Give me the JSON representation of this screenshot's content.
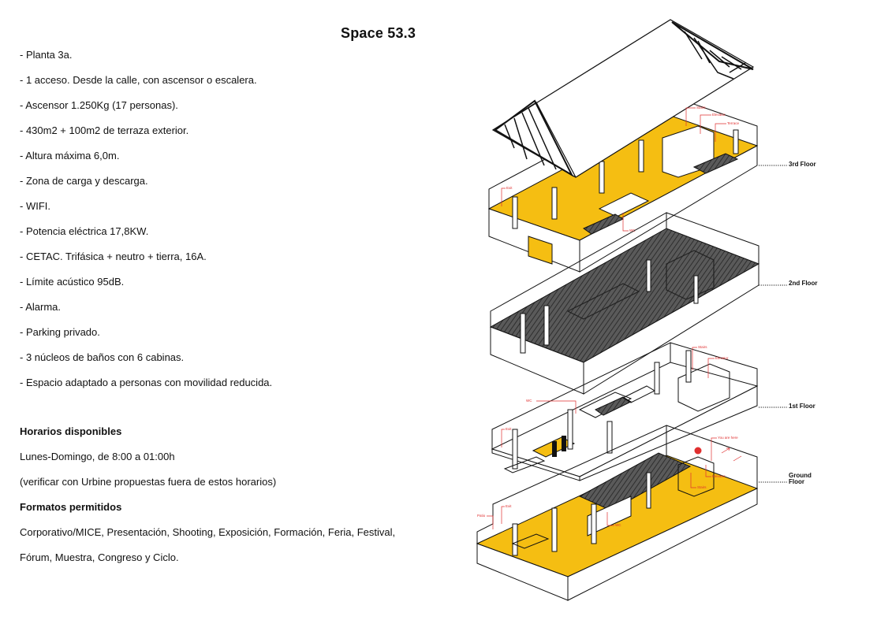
{
  "title": "Space 53.3",
  "features": [
    "- Planta 3a.",
    "- 1 acceso. Desde la calle, con ascensor o escalera.",
    "- Ascensor 1.250Kg (17 personas).",
    "- 430m2 + 100m2 de terraza exterior.",
    "- Altura máxima 6,0m.",
    "- Zona de carga y descarga.",
    "- WIFI.",
    "- Potencia eléctrica 17,8KW.",
    "- CETAC. Trifásica + neutro + tierra, 16A.",
    "- Límite acústico 95dB.",
    "- Alarma.",
    "- Parking privado.",
    "- 3 núcleos de baños con 6 cabinas.",
    "- Espacio adaptado a personas con movilidad reducida."
  ],
  "schedule": {
    "heading": "Horarios disponibles",
    "hours": "Lunes-Domingo, de 8:00 a 01:00h",
    "note": "(verificar con Urbine propuestas fuera de estos horarios)"
  },
  "formats": {
    "heading": "Formatos permitidos",
    "line1": "Corporativo/MICE, Presentación, Shooting, Exposición, Formación, Feria, Festival,",
    "line2": "Fórum, Muestra, Congreso y Ciclo."
  },
  "diagram": {
    "colors": {
      "highlight": "#F5BE12",
      "hatch": "#4a4a4a",
      "label_red": "#e03030",
      "line": "#111111"
    },
    "floors": [
      {
        "label": "3rd Floor"
      },
      {
        "label": "2nd Floor"
      },
      {
        "label": "1st Floor"
      },
      {
        "label": "Ground Floor",
        "label_line1": "Ground",
        "label_line2": "Floor"
      }
    ],
    "annotations": {
      "third": [
        "Stairs",
        "Elevator",
        "Terrace",
        "Exit",
        "WC"
      ],
      "first": [
        "Stairs",
        "Elevator",
        "WC",
        "Exit"
      ],
      "ground": [
        "You are here",
        "Elevator",
        "Stairs",
        "Exit",
        "Patio",
        "WC"
      ]
    }
  }
}
